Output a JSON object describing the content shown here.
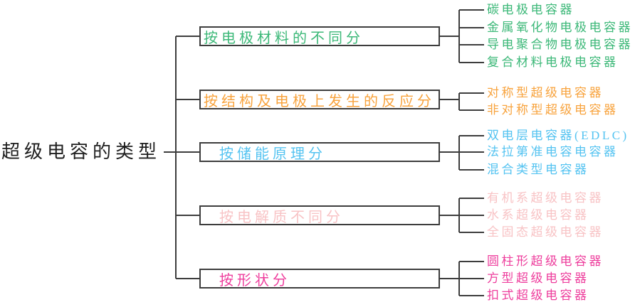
{
  "root": {
    "label": "超级电容的类型"
  },
  "line_color": "#3d3d3d",
  "root_color": "#1e1e1e",
  "branches": [
    {
      "label": "按电极材料的不同分",
      "color": "#3cb878",
      "leaves": [
        "碳电极电容器",
        "金属氧化物电极电容器",
        "导电聚合物电极电容器",
        "复合材料电极电容器"
      ]
    },
    {
      "label": "按结构及电极上发生的反应分",
      "color": "#f8a33d",
      "leaves": [
        "对称型超级电容器",
        "非对称型超级电容器"
      ]
    },
    {
      "label": "按储能原理分",
      "color": "#54c3f1",
      "leaves": [
        "双电层电容器(EDLC)",
        "法拉第准电容电容器",
        "混合类型电容器"
      ]
    },
    {
      "label": "按电解质不同分",
      "color": "#f8c3c5",
      "leaves": [
        "有机系超级电容器",
        "水系超级电容器",
        "全固态超级电容器"
      ]
    },
    {
      "label": "按形状分",
      "color": "#ee3e9d",
      "leaves": [
        "圆柱形超级电容器",
        "方型超级电容器",
        "扣式超级电容器"
      ]
    }
  ]
}
